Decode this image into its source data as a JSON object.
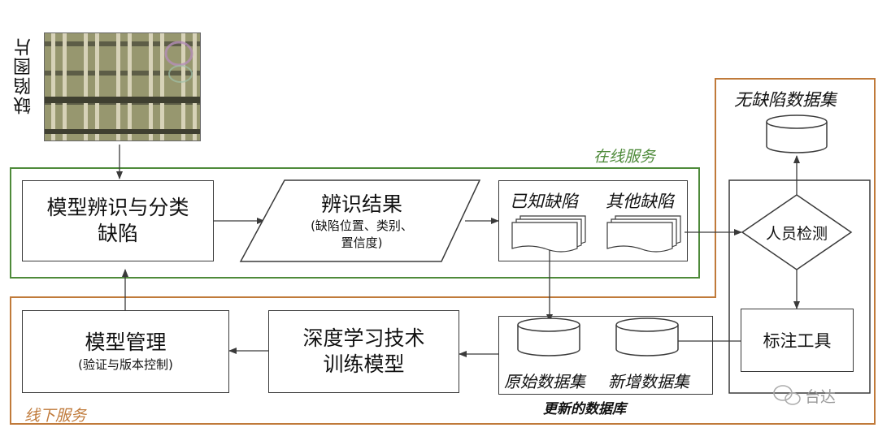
{
  "image_label": "缺陷图片",
  "online": {
    "label": "在线服务",
    "color": "#4e8a3a"
  },
  "offline": {
    "label": "线下服务",
    "color": "#c07a3a"
  },
  "nodes": {
    "classify": {
      "line1": "模型辨识与分类",
      "line2": "缺陷"
    },
    "result": {
      "title": "辨识结果",
      "sub1": "(缺陷位置、类别、",
      "sub2": "置信度)"
    },
    "known": "已知缺陷",
    "other": "其他缺陷",
    "no_defect_set": "无缺陷数据集",
    "inspect": "人员检测",
    "label_tool": "标注工具",
    "model_mgmt": {
      "title": "模型管理",
      "sub": "(验证与版本控制)"
    },
    "train": {
      "line1": "深度学习技术",
      "line2": "训练模型"
    },
    "orig_set": "原始数据集",
    "new_set": "新增数据集",
    "db_label": "更新的数据库"
  },
  "watermark": "台达",
  "colors": {
    "line": "#3a3a3a"
  }
}
